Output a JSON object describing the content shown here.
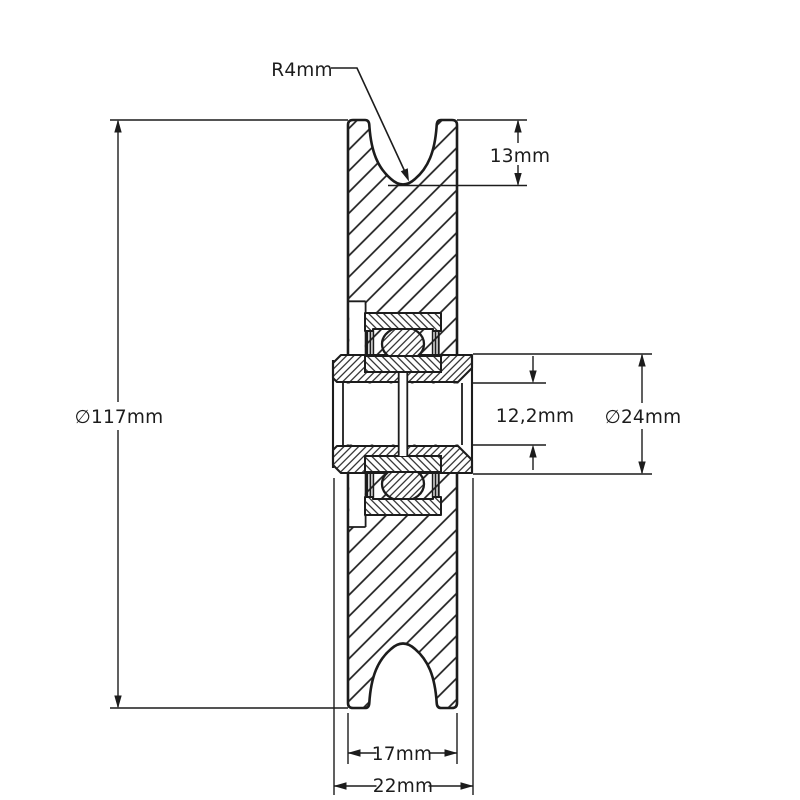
{
  "drawing": {
    "type": "technical-cross-section",
    "component": "pulley-wheel-with-ball-bearings",
    "background_color": "#ffffff",
    "line_color": "#1c1c1c",
    "dimensions": {
      "groove_radius": "R4mm",
      "groove_depth": "13mm",
      "outer_diameter": "∅117mm",
      "bore_height": "12,2mm",
      "hub_diameter": "∅24mm",
      "wheel_width": "17mm",
      "hub_width": "22mm"
    }
  }
}
